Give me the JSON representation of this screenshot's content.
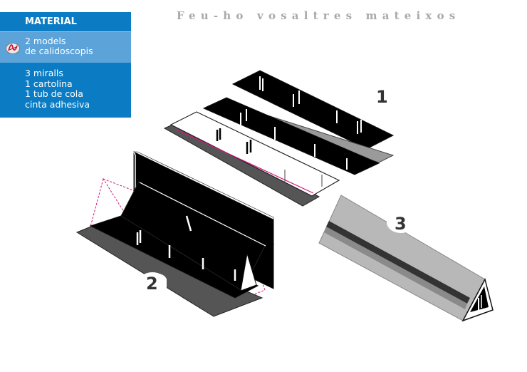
{
  "title": "Feu-ho vosaltres mateixos",
  "sidebar": {
    "header": "MATERIAL",
    "link": {
      "icon": "pdf-document-icon",
      "line1": "2 models",
      "line2": "de calidoscopis"
    },
    "materials": [
      "3 miralls",
      "1 cartolina",
      "1 tub de cola",
      "cinta adhesiva"
    ]
  },
  "steps": [
    {
      "number": "1"
    },
    {
      "number": "2"
    },
    {
      "number": "3"
    }
  ],
  "colors": {
    "sidebar_dark": "#0b7cc4",
    "sidebar_light": "#5ba3d9",
    "title_gray": "#a9a9a9",
    "guide_magenta": "#d0197a",
    "cardboard_gray": "#b8b8b8"
  }
}
